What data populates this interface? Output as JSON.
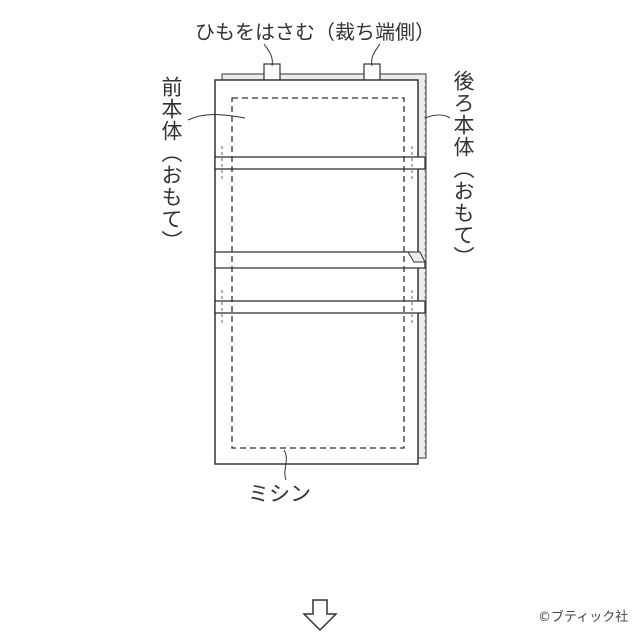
{
  "labels": {
    "string_caught": "ひもをはさむ（裁ち端側）",
    "front_body": "前本体（おもて）",
    "back_body": "後ろ本体（おもて）",
    "sewing": "ミシン",
    "copyright": "©ブティック社"
  },
  "icons": {
    "next_step": "down-arrow-outline-icon"
  },
  "colors": {
    "line": "#333333",
    "back_fill": "#e9e9e9",
    "front_fill": "#ffffff"
  }
}
